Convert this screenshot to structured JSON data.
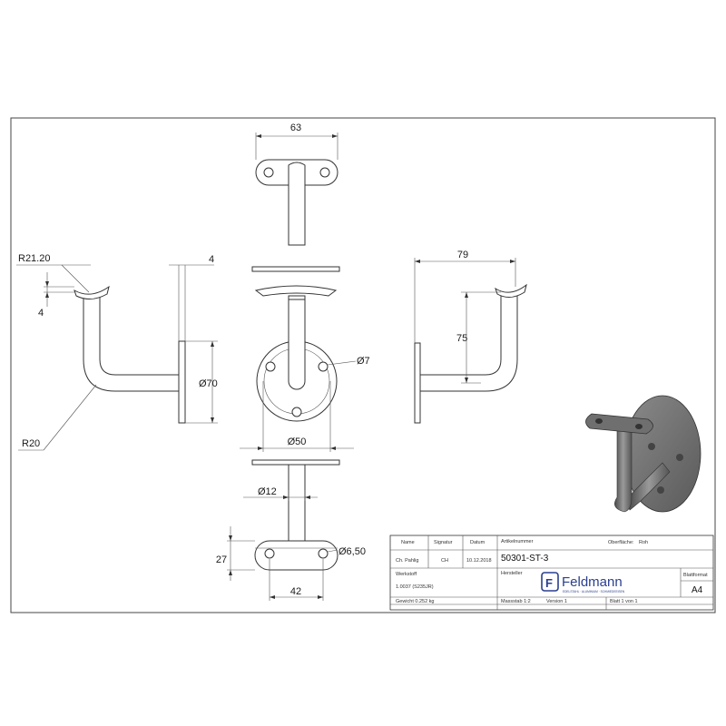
{
  "dims": {
    "d63": "63",
    "d4_top": "4",
    "r2120": "R21.20",
    "d4_left": "4",
    "d70": "Ø70",
    "r20": "R20",
    "d7": "Ø7",
    "d50": "Ø50",
    "d12": "Ø12",
    "d27": "27",
    "d650": "Ø6,50",
    "d42": "42",
    "d79": "79",
    "d75": "75"
  },
  "titleblock": {
    "col_name": "Name",
    "col_signatur": "Signatur",
    "col_datum": "Datum",
    "name_value": "Ch. Pahlig",
    "signatur_value": "CH",
    "datum_value": "10.12.2018",
    "artikelnummer_label": "Artikelnummer",
    "artikelnummer_value": "50301-ST-3",
    "oberflaeche_label": "Oberfläche:",
    "oberflaeche_value": "Roh",
    "hersteller_label": "Hersteller",
    "werkstoff_label": "Werkstoff",
    "werkstoff_value": "1.0037 (S235JR)",
    "gewicht": "Gewicht 0.252 kg",
    "massstab": "Massstab 1:2",
    "version": "Version 1",
    "blatt": "Blatt 1 von 1",
    "blattformat_label": "Blattformat",
    "blattformat_value": "A4",
    "brand_name": "Feldmann",
    "brand_tagline": "EDELSTAHL · ALUMINIUM · SCHMIEDEEISEN",
    "logo_letter": "F"
  },
  "colors": {
    "line": "#333333",
    "brand": "#2a3f8f",
    "iso_metal": "#7a7a7a"
  }
}
